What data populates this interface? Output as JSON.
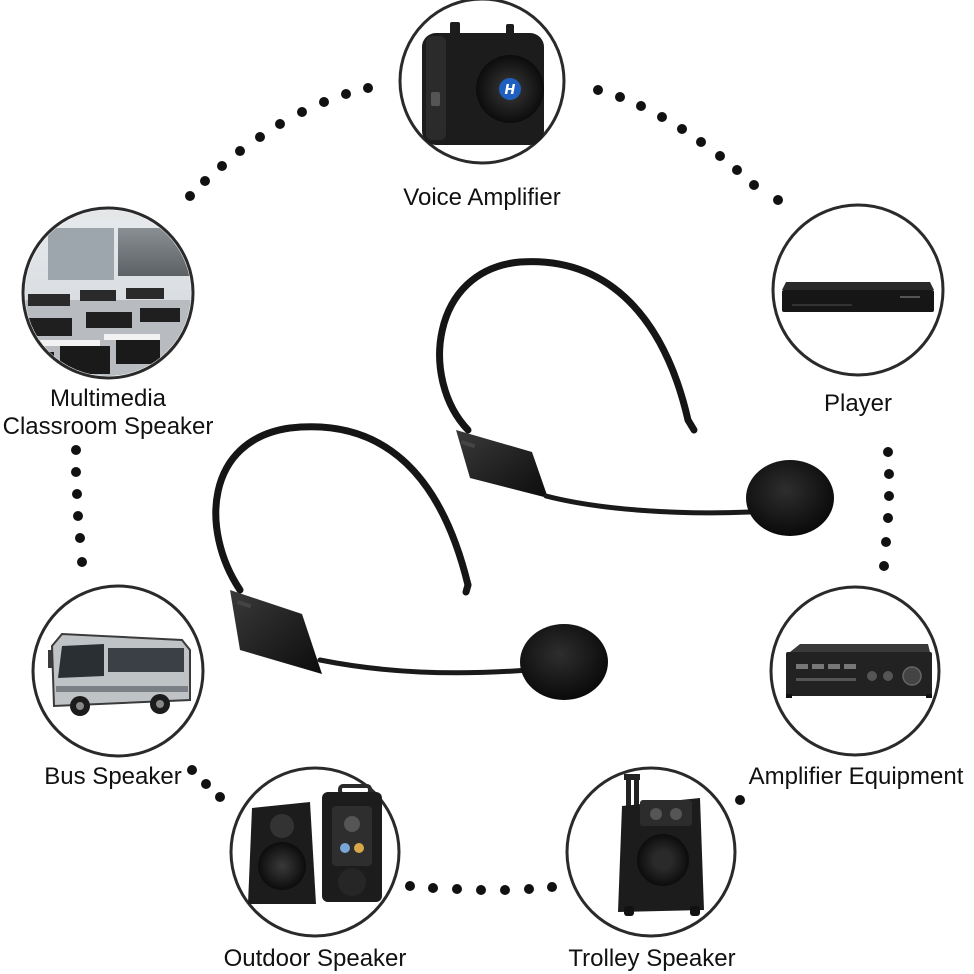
{
  "labels": {
    "voice_amplifier": "Voice Amplifier",
    "player": "Player",
    "multimedia_line1": "Multimedia",
    "multimedia_line2": "Classroom Speaker",
    "bus_speaker": "Bus Speaker",
    "amplifier_equipment": "Amplifier Equipment",
    "outdoor_speaker": "Outdoor Speaker",
    "trolley_speaker": "Trolley Speaker"
  },
  "logo_text": "H",
  "colors": {
    "ring": "#2a2a2a",
    "dots": "#111111",
    "device": "#1c1c1c",
    "accent_blue": "#1e5fbf"
  }
}
